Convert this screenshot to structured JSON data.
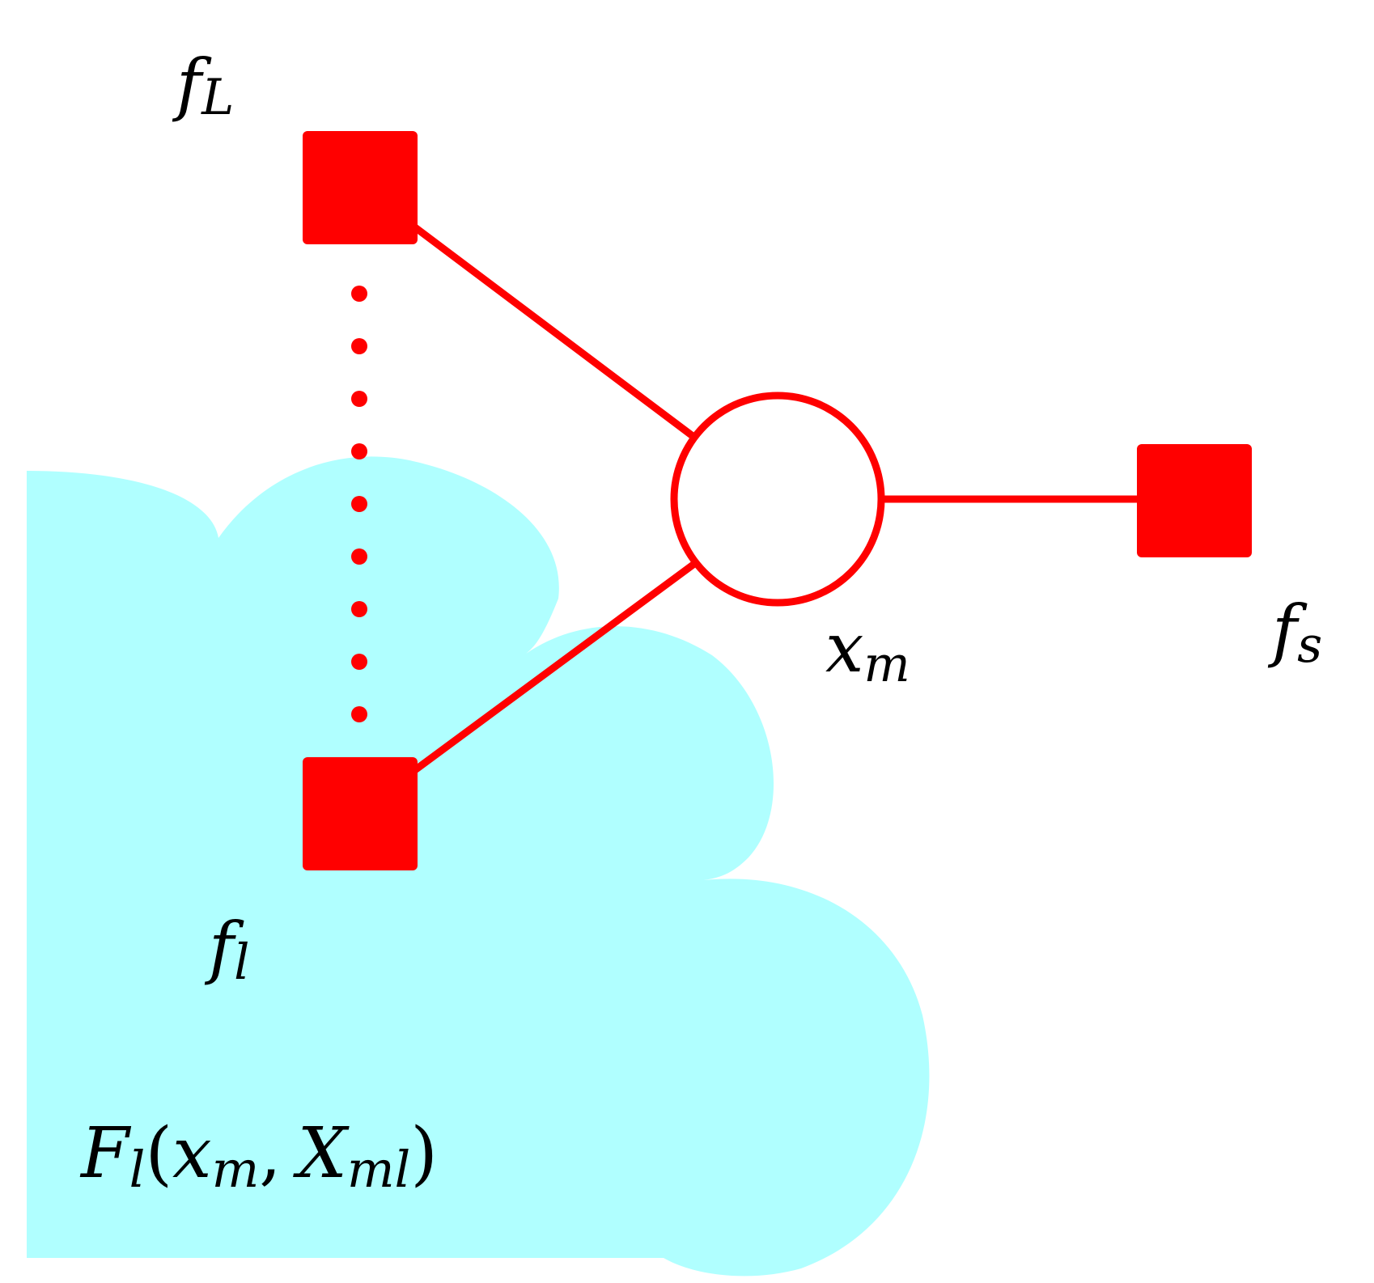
{
  "colors": {
    "cloud": "#b0ffff",
    "graph": "#ff0000",
    "text": "#000000",
    "background": "#ffffff"
  },
  "nodes": {
    "factor_top": {
      "label_main": "f",
      "label_sub": "L"
    },
    "factor_bottom": {
      "label_main": "f",
      "label_sub": "l"
    },
    "factor_right": {
      "label_main": "f",
      "label_sub": "s"
    },
    "variable": {
      "label_main": "x",
      "label_sub": "m"
    }
  },
  "cloud": {
    "label": {
      "F": "F",
      "F_sub": "l",
      "open_paren": "(",
      "x": "x",
      "x_sub": "m",
      "comma": ",",
      "X": "X",
      "X_sub": "ml",
      "close_paren": ")"
    }
  }
}
